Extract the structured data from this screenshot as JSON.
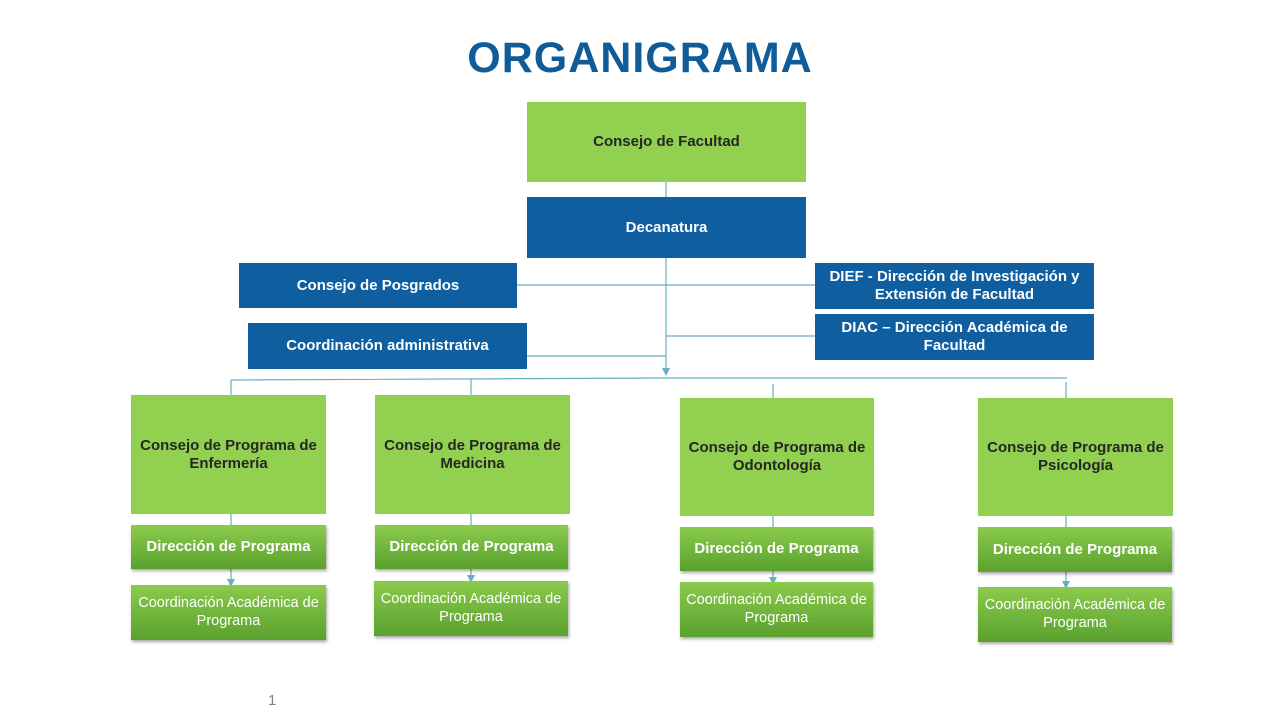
{
  "title": "ORGANIGRAMA",
  "page_number": "1",
  "colors": {
    "title": "#0f5c99",
    "green": "#92d050",
    "blue": "#0f5fa0",
    "connector": "#6aaebf"
  },
  "nodes": {
    "consejo_facultad": "Consejo de Facultad",
    "decanatura": "Decanatura",
    "consejo_posgrados": "Consejo de Posgrados",
    "coordinacion_administrativa": "Coordinación administrativa",
    "dief": "DIEF - Dirección de Investigación y Extensión de Facultad",
    "diac": "DIAC – Dirección Académica de Facultad"
  },
  "programs": [
    {
      "consejo": "Consejo de Programa de Enfermería",
      "direccion": "Dirección de Programa",
      "coordinacion": "Coordinación Académica de Programa"
    },
    {
      "consejo": "Consejo de Programa de Medicina",
      "direccion": "Dirección de Programa",
      "coordinacion": "Coordinación Académica de Programa"
    },
    {
      "consejo": "Consejo de Programa de Odontología",
      "direccion": "Dirección de Programa",
      "coordinacion": "Coordinación Académica de Programa"
    },
    {
      "consejo": "Consejo de Programa de Psicología",
      "direccion": "Dirección de Programa",
      "coordinacion": "Coordinación Académica de Programa"
    }
  ]
}
